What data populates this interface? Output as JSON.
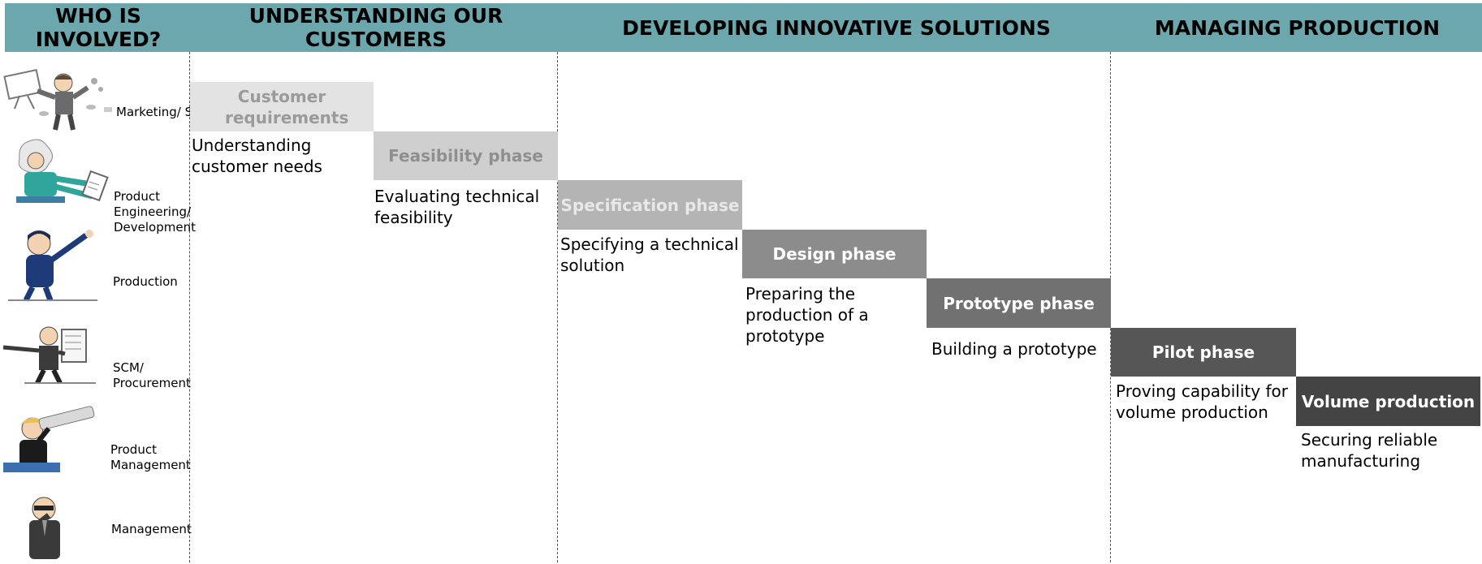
{
  "header": {
    "who": "WHO IS INVOLVED?",
    "understanding": "UNDERSTANDING OUR CUSTOMERS",
    "developing": "DEVELOPING INNOVATIVE SOLUTIONS",
    "managing": "MANAGING PRODUCTION"
  },
  "people": [
    {
      "label": "Marketing/ Sales",
      "icon": "marketing-cartoon-icon"
    },
    {
      "label": "Product Engineering/ Development",
      "icon": "engineer-cartoon-icon"
    },
    {
      "label": "Production",
      "icon": "production-cartoon-icon"
    },
    {
      "label": "SCM/ Procurement",
      "icon": "procurement-cartoon-icon"
    },
    {
      "label": "Product Management",
      "icon": "telescope-cartoon-icon"
    },
    {
      "label": "Management",
      "icon": "manager-cartoon-icon"
    }
  ],
  "phases": [
    {
      "title": "Customer requirements",
      "description": "Understanding customer needs",
      "bg": "#e3e3e3",
      "fg": "#9a9a9a"
    },
    {
      "title": "Feasibility phase",
      "description": "Evaluating technical feasibility",
      "bg": "#cfcfcf",
      "fg": "#8f8f8f"
    },
    {
      "title": "Specification phase",
      "description": "Specifying a technical solution",
      "bg": "#b4b4b4",
      "fg": "#e8e8e8"
    },
    {
      "title": "Design phase",
      "description": "Preparing the production of a prototype",
      "bg": "#8c8c8c",
      "fg": "#ffffff"
    },
    {
      "title": "Prototype phase",
      "description": "Building a prototype",
      "bg": "#717171",
      "fg": "#ffffff"
    },
    {
      "title": "Pilot phase",
      "description": "Proving capability for volume production",
      "bg": "#565656",
      "fg": "#ffffff"
    },
    {
      "title": "Volume production",
      "description": "Securing reliable manufacturing",
      "bg": "#444444",
      "fg": "#ffffff"
    }
  ],
  "colors": {
    "header_bg": "#6ca7ae",
    "divider": "#555555"
  }
}
